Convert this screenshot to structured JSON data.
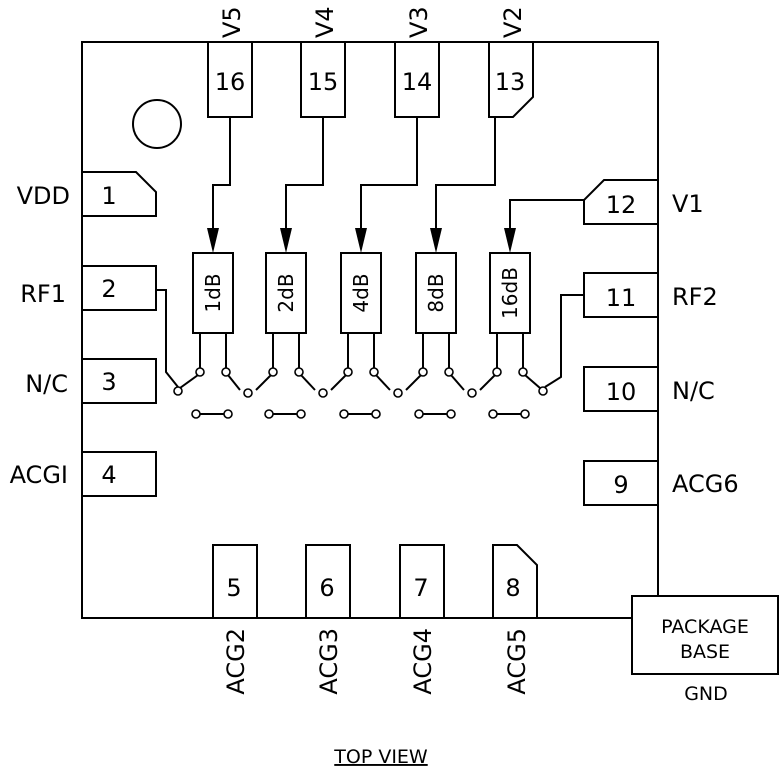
{
  "view_title": "TOP VIEW",
  "package_base": {
    "line1": "PACKAGE",
    "line2": "BASE",
    "gnd_label": "GND"
  },
  "pins": [
    {
      "num": "1",
      "label": "VDD"
    },
    {
      "num": "2",
      "label": "RF1"
    },
    {
      "num": "3",
      "label": "N/C"
    },
    {
      "num": "4",
      "label": "ACGI"
    },
    {
      "num": "5",
      "label": "ACG2"
    },
    {
      "num": "6",
      "label": "ACG3"
    },
    {
      "num": "7",
      "label": "ACG4"
    },
    {
      "num": "8",
      "label": "ACG5"
    },
    {
      "num": "9",
      "label": "ACG6"
    },
    {
      "num": "10",
      "label": "N/C"
    },
    {
      "num": "11",
      "label": "RF2"
    },
    {
      "num": "12",
      "label": "V1"
    },
    {
      "num": "13",
      "label": "V2"
    },
    {
      "num": "14",
      "label": "V3"
    },
    {
      "num": "15",
      "label": "V4"
    },
    {
      "num": "16",
      "label": "V5"
    }
  ],
  "attenuators": [
    {
      "label": "1dB"
    },
    {
      "label": "2dB"
    },
    {
      "label": "4dB"
    },
    {
      "label": "8dB"
    },
    {
      "label": "16dB"
    }
  ]
}
